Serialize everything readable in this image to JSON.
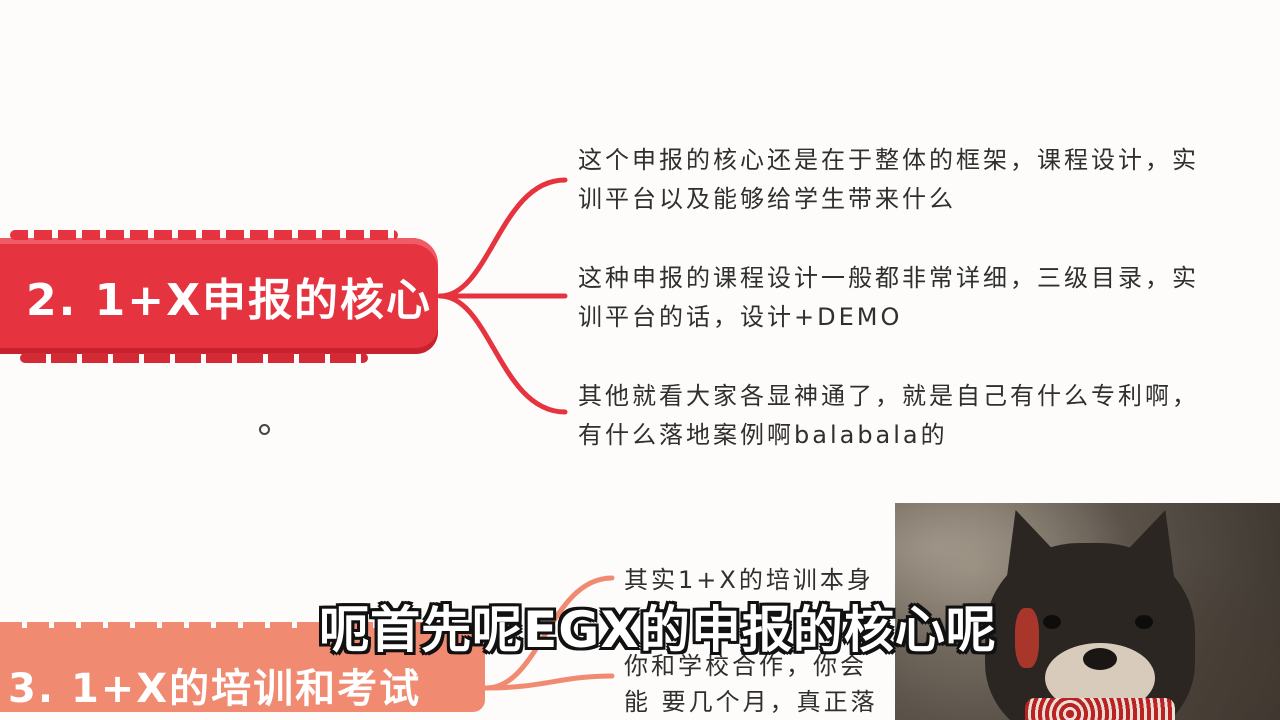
{
  "watermark": "",
  "node_primary": {
    "label": "2. 1+X申报的核心",
    "color": "#e5333f",
    "branches": [
      {
        "line1": "这个申报的核心还是在于整体的框架，课程设计，实",
        "line2": "训平台以及能够给学生带来什么"
      },
      {
        "line1": "这种申报的课程设计一般都非常详细，三级目录，实",
        "line2": "训平台的话，设计+DEMO"
      },
      {
        "line1": "其他就看大家各显神通了，就是自己有什么专利啊，",
        "line2": "有什么落地案例啊balabala的"
      }
    ]
  },
  "node_secondary": {
    "label": "3. 1+X的培训和考试",
    "color": "#f08b72",
    "branches": [
      {
        "line1": "其实1+X的培训本身"
      },
      {
        "line1": "你和学校合作，你会",
        "line2": "能 要几个月，真正落"
      }
    ]
  },
  "subtitle": "呃首先呢EGX的申报的核心呢",
  "webcam": {
    "icon": "dog-avatar-icon"
  }
}
